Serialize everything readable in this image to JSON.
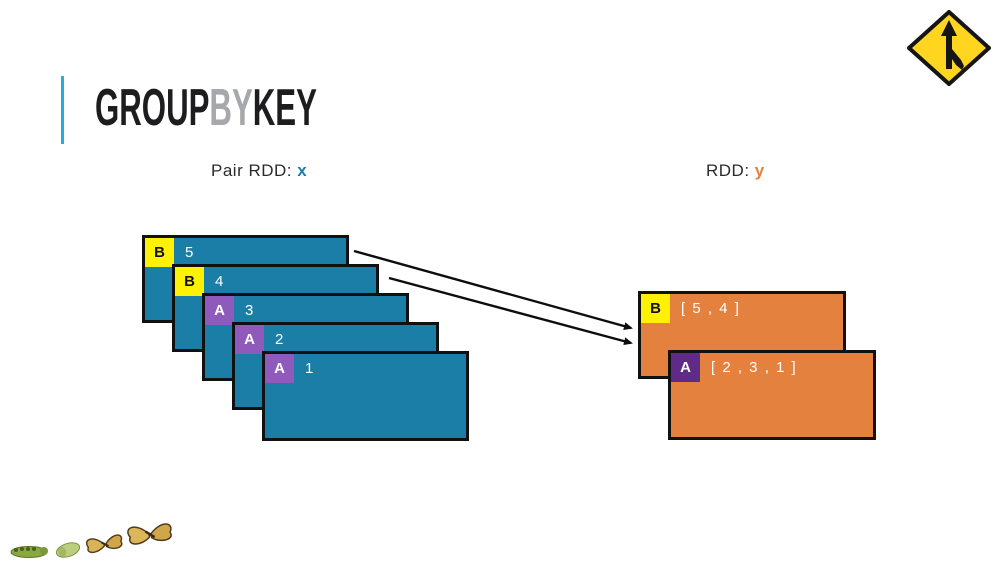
{
  "title": {
    "group": "GROUP",
    "by": "BY",
    "key": "KEY"
  },
  "labels": {
    "pair_prefix": "Pair RDD:",
    "pair_var": "x",
    "result_prefix": "RDD:",
    "result_var": "y"
  },
  "pair_rdd": {
    "partitions": [
      {
        "key": "B",
        "value": "5"
      },
      {
        "key": "B",
        "value": "4"
      },
      {
        "key": "A",
        "value": "3"
      },
      {
        "key": "A",
        "value": "2"
      },
      {
        "key": "A",
        "value": "1"
      }
    ]
  },
  "result_rdd": {
    "partitions": [
      {
        "key": "B",
        "value": "[ 5 , 4 ]"
      },
      {
        "key": "A",
        "value": "[ 2 , 3 , 1 ]"
      }
    ]
  },
  "icons": {
    "sign": "merge-road-sign",
    "decoration": "caterpillar-to-butterfly-metamorphosis"
  },
  "colors": {
    "partition_blue": "#1B7EA6",
    "result_orange": "#E5813E",
    "key_yellow": "#FFF200",
    "key_purple_light": "#8E5BBD",
    "key_purple_dark": "#5F2B87",
    "accent_line_blue": "#29ABE2",
    "title_gray": "#A6A8AB",
    "var_x_blue": "#1B7EA6",
    "var_y_orange": "#E5813E",
    "sign_yellow": "#FFD520",
    "arrow_black": "#0d0d0d"
  }
}
